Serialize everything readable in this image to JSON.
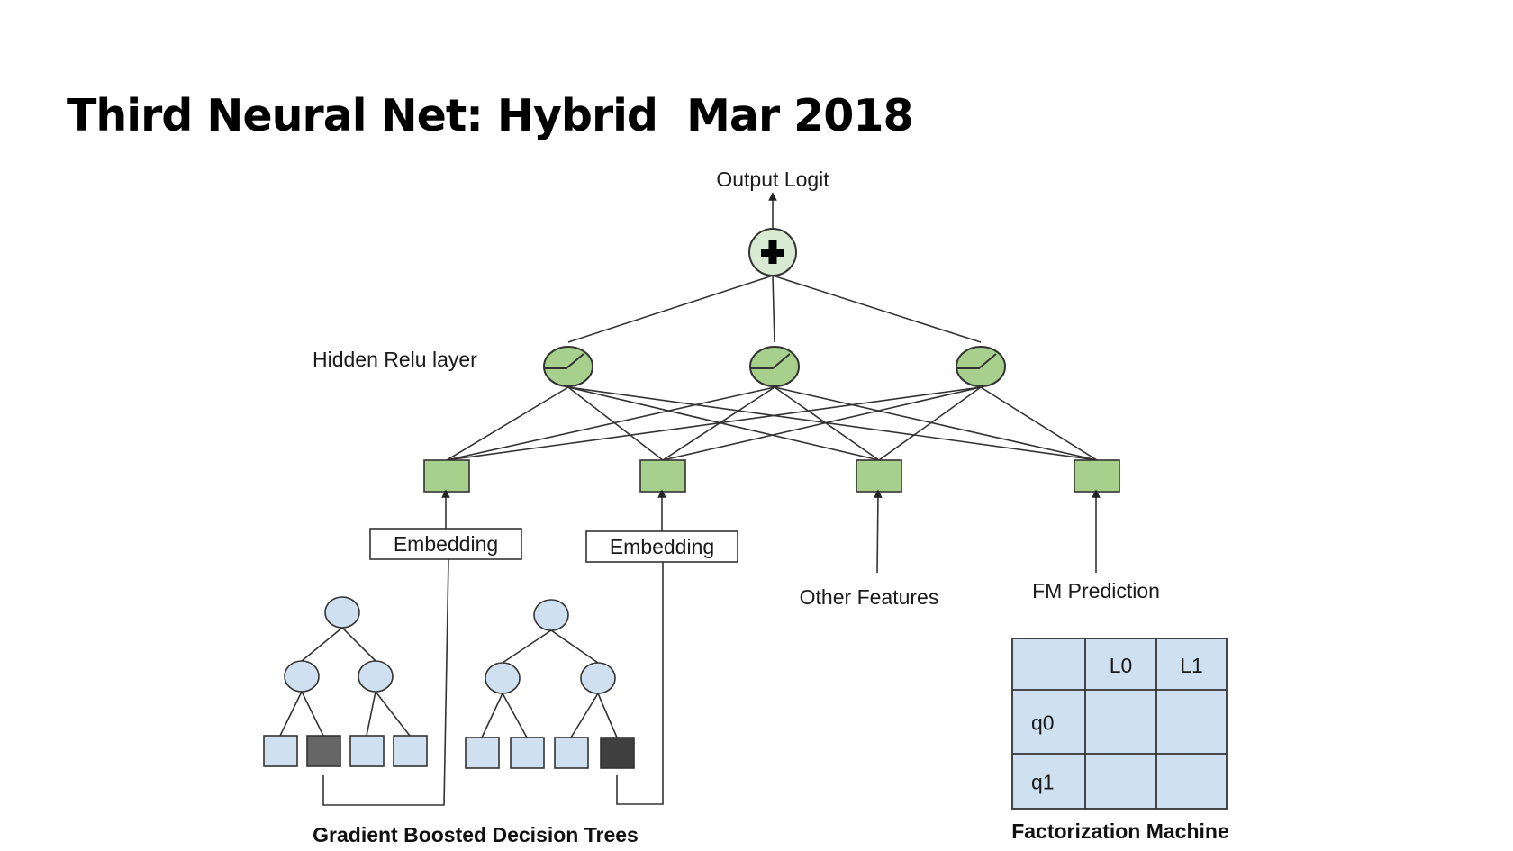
{
  "slide": {
    "title": "Third Neural Net: Hybrid  Mar 2018"
  },
  "diagram": {
    "output_label": "Output Logit",
    "sum_node_icon": "plus-icon",
    "hidden_layer_label": "Hidden Relu layer",
    "hidden_nodes": 3,
    "hidden_node_icon": "relu-icon",
    "input_nodes": 4,
    "embedding_labels": [
      "Embedding",
      "Embedding"
    ],
    "other_features_label": "Other Features",
    "fm_prediction_label": "FM Prediction",
    "gbdt_caption": "Gradient Boosted Decision Trees",
    "fm_caption": "Factorization Machine",
    "fm_table": {
      "col_headers": [
        "",
        "L0",
        "L1"
      ],
      "rows": [
        {
          "label": "q0",
          "cells": [
            "",
            ""
          ]
        },
        {
          "label": "q1",
          "cells": [
            "",
            ""
          ]
        }
      ]
    },
    "trees": [
      {
        "leaves": 4,
        "active_leaf": 1
      },
      {
        "leaves": 4,
        "active_leaf": 3
      }
    ],
    "colors": {
      "green_fill": "#a8d08d",
      "green_light": "#d9ead3",
      "blue_fill": "#cfe0f1",
      "active_leaf_1": "#666666",
      "active_leaf_2": "#3f3f3f",
      "stroke": "#333333"
    }
  }
}
